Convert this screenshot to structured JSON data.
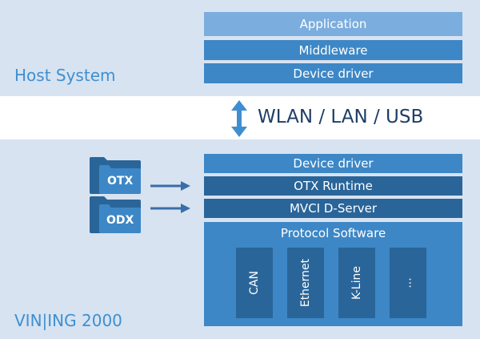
{
  "host": {
    "label": "Host System",
    "layers": [
      "Application",
      "Middleware",
      "Device driver"
    ]
  },
  "connection": {
    "label": "WLAN / LAN / USB"
  },
  "device": {
    "label": "VIN|ING 2000",
    "layers": [
      "Device driver",
      "OTX Runtime",
      "MVCI D-Server"
    ],
    "protocol_title": "Protocol Software",
    "protocols": [
      "CAN",
      "Ethernet",
      "K-Line",
      "..."
    ]
  },
  "inputs": [
    "OTX",
    "ODX"
  ],
  "colors": {
    "background": "#d7e3f1",
    "light_blue": "#7badde",
    "mid_blue": "#3d87c6",
    "dark_blue": "#2a6599",
    "arrow": "#3a6ea8",
    "text_accent": "#3f8fd0"
  }
}
